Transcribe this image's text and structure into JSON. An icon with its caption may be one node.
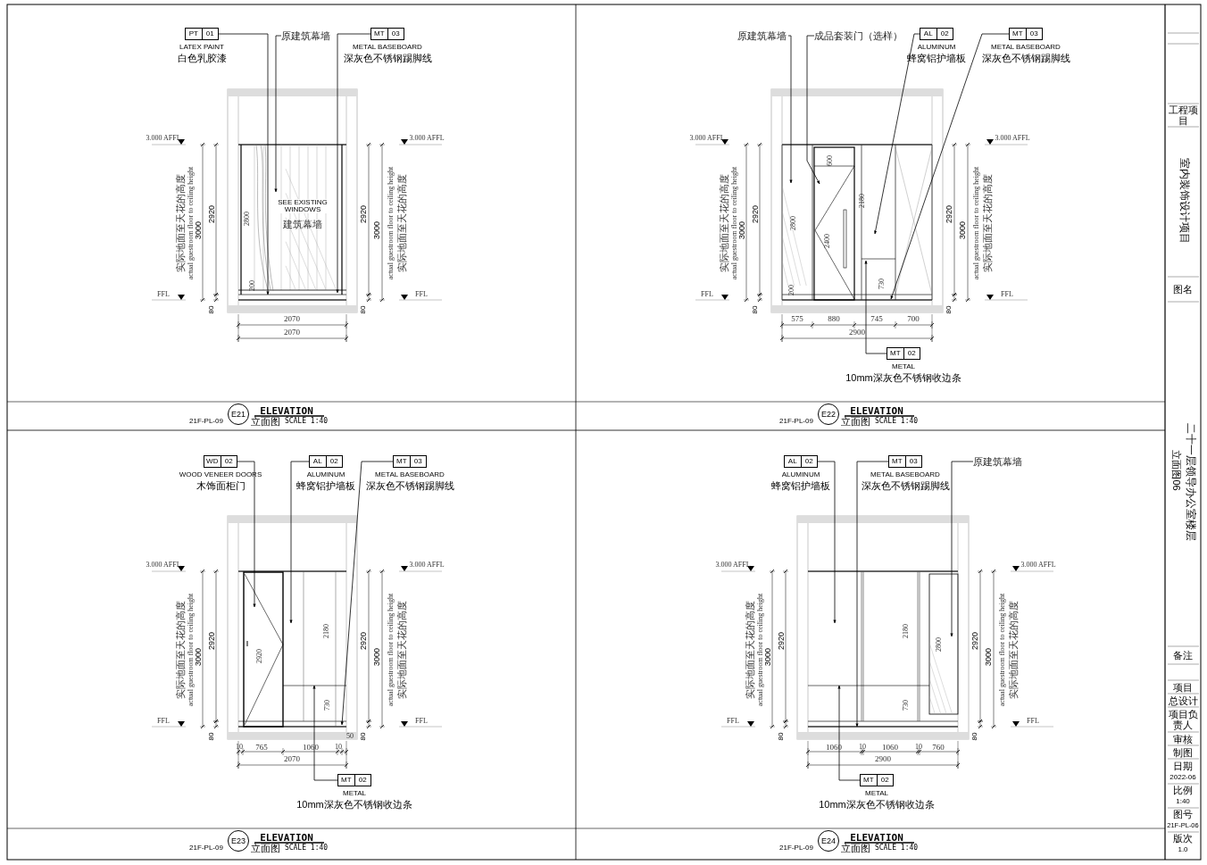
{
  "diagram": {
    "nodes": [
      {
        "text": [
          "PT",
          "01"
        ],
        "beside": [
          "LATEX PAINT",
          "白色乳胶漆"
        ]
      },
      {
        "text": [
          "原建筑幕墙"
        ]
      },
      {
        "text": [
          "MT",
          "03"
        ],
        "beside": [
          "METAL BASEBOARD",
          "深灰色不锈钢踢脚线"
        ]
      },
      {
        "text": [],
        "shape": "picture"
      },
      {
        "text": [
          "E21"
        ],
        "beside": [
          "ELEVATION",
          "21F-PL-09",
          "立面图",
          "SCALE 1:40"
        ]
      },
      {
        "text": [
          "原建筑幕墙"
        ]
      },
      {
        "text": [
          "成品套装门（选样）"
        ]
      },
      {
        "text": [
          "AL",
          "02"
        ],
        "beside": [
          "ALUMINUM",
          "蜂窝铝护墙板"
        ]
      },
      {
        "text": [
          "MT",
          "03"
        ],
        "beside": [
          "METAL BASEBOARD",
          "深灰色不锈钢踢脚线"
        ]
      },
      {
        "text": [],
        "shape": "picture"
      },
      {
        "text": [
          "MT",
          "02"
        ],
        "beside": [
          "METAL",
          "10mm深灰色不锈钢收边条"
        ]
      },
      {
        "text": [
          "E22"
        ],
        "beside": [
          "ELEVATION",
          "21F-PL-09",
          "立面图",
          "SCALE 1:40"
        ]
      },
      {
        "text": [
          "WD",
          "02"
        ],
        "beside": [
          "WOOD VENEER DOORS",
          "木饰面柜门"
        ]
      },
      {
        "text": [
          "AL",
          "02"
        ],
        "beside": [
          "ALUMINUM",
          "蜂窝铝护墙板"
        ]
      },
      {
        "text": [
          "MT",
          "03"
        ],
        "beside": [
          "METAL BASEBOARD",
          "深灰色不锈钢踢脚线"
        ]
      },
      {
        "text": [],
        "shape": "picture"
      },
      {
        "text": [
          "MT",
          "02"
        ],
        "beside": [
          "METAL",
          "10mm深灰色不锈钢收边条"
        ]
      },
      {
        "text": [
          "E23"
        ],
        "beside": [
          "ELEVATION",
          "21F-PL-09",
          "立面图",
          "SCALE 1:40"
        ]
      },
      {
        "text": [
          "AL",
          "02"
        ],
        "beside": [
          "ALUMINUM",
          "蜂窝铝护墙板"
        ]
      },
      {
        "text": [
          "MT",
          "03"
        ],
        "beside": [
          "METAL BASEBOARD",
          "深灰色不锈钢踢脚线"
        ]
      },
      {
        "text": [
          "原建筑幕墙"
        ]
      },
      {
        "text": [],
        "shape": "picture"
      },
      {
        "text": [
          "MT",
          "02"
        ],
        "beside": [
          "METAL",
          "10mm深灰色不锈钢收边条"
        ]
      },
      {
        "text": [
          "E24"
        ],
        "beside": [
          "ELEVATION",
          "21F-PL-09",
          "立面图",
          "SCALE 1:40"
        ]
      }
    ],
    "edges": [
      {
        "from": 0,
        "to": 3,
        "arrow": "to"
      },
      {
        "from": 1,
        "to": 3,
        "arrow": "to"
      },
      {
        "from": 2,
        "to": 3,
        "arrow": "to"
      },
      {
        "from": 5,
        "to": 9,
        "arrow": "to"
      },
      {
        "from": 6,
        "to": 9,
        "arrow": "to"
      },
      {
        "from": 7,
        "to": 9,
        "arrow": "to"
      },
      {
        "from": 8,
        "to": 9,
        "arrow": "to"
      },
      {
        "from": 10,
        "to": 9,
        "arrow": "to"
      },
      {
        "from": 12,
        "to": 15,
        "arrow": "to"
      },
      {
        "from": 13,
        "to": 15,
        "arrow": "to"
      },
      {
        "from": 14,
        "to": 15,
        "arrow": "to"
      },
      {
        "from": 16,
        "to": 15,
        "arrow": "to"
      },
      {
        "from": 18,
        "to": 21,
        "arrow": "to"
      },
      {
        "from": 19,
        "to": 21,
        "arrow": "to"
      },
      {
        "from": 20,
        "to": 21,
        "arrow": "to"
      },
      {
        "from": 22,
        "to": 21,
        "arrow": "to"
      }
    ],
    "labels": [
      "3.000 AFFL",
      "FFL",
      "实际地面至天花的高度",
      "actual guestroom floor to ceiling height",
      "3000",
      "2920",
      "80",
      "3.000 AFFL",
      "FFL",
      "2920",
      "80",
      "3000",
      "actual guestroom floor to ceiling height",
      "实际地面至天花的高度",
      "2800",
      "200",
      "SEE EXISTING WINDOWS",
      "建筑幕墙",
      "2070",
      "2070",
      "3.000 AFFL",
      "FFL",
      "实际地面至天花的高度",
      "actual guestroom floor to ceiling height",
      "3000",
      "2920",
      "80",
      "3.000 AFFL",
      "FFL",
      "2920",
      "80",
      "3000",
      "actual guestroom floor to ceiling height",
      "实际地面至天花的高度",
      "600",
      "2800",
      "2400",
      "2180",
      "730",
      "200",
      "575",
      "880",
      "745",
      "700",
      "2900",
      "3.000 AFFL",
      "FFL",
      "实际地面至天花的高度",
      "actual guestroom floor to ceiling height",
      "3000",
      "2920",
      "80",
      "3.000 AFFL",
      "FFL",
      "2920",
      "80",
      "3000",
      "actual guestroom floor to ceiling height",
      "实际地面至天花的高度",
      "2920",
      "2180",
      "730",
      "10",
      "765",
      "1060",
      "10",
      "50",
      "2070",
      "3.000 AFFL",
      "FFL",
      "实际地面至天花的高度",
      "actual guestroom floor to ceiling height",
      "3000",
      "2920",
      "80",
      "3.000 AFFL",
      "FFL",
      "2920",
      "80",
      "3000",
      "actual guestroom floor to ceiling height",
      "实际地面至天花的高度",
      "2180",
      "2800",
      "730",
      "1060",
      "10",
      "1060",
      "10",
      "760",
      "2900",
      "工程项目",
      "室内装饰设计项目",
      "图名",
      "二十一层领导办公室楼层",
      "立面图06",
      "备注",
      "项目",
      "总设计",
      "项目负责人",
      "审核",
      "制图",
      "日期",
      "2022-06",
      "比例",
      "1:40",
      "图号",
      "21F-PL-06",
      "版次",
      "1.0"
    ]
  }
}
